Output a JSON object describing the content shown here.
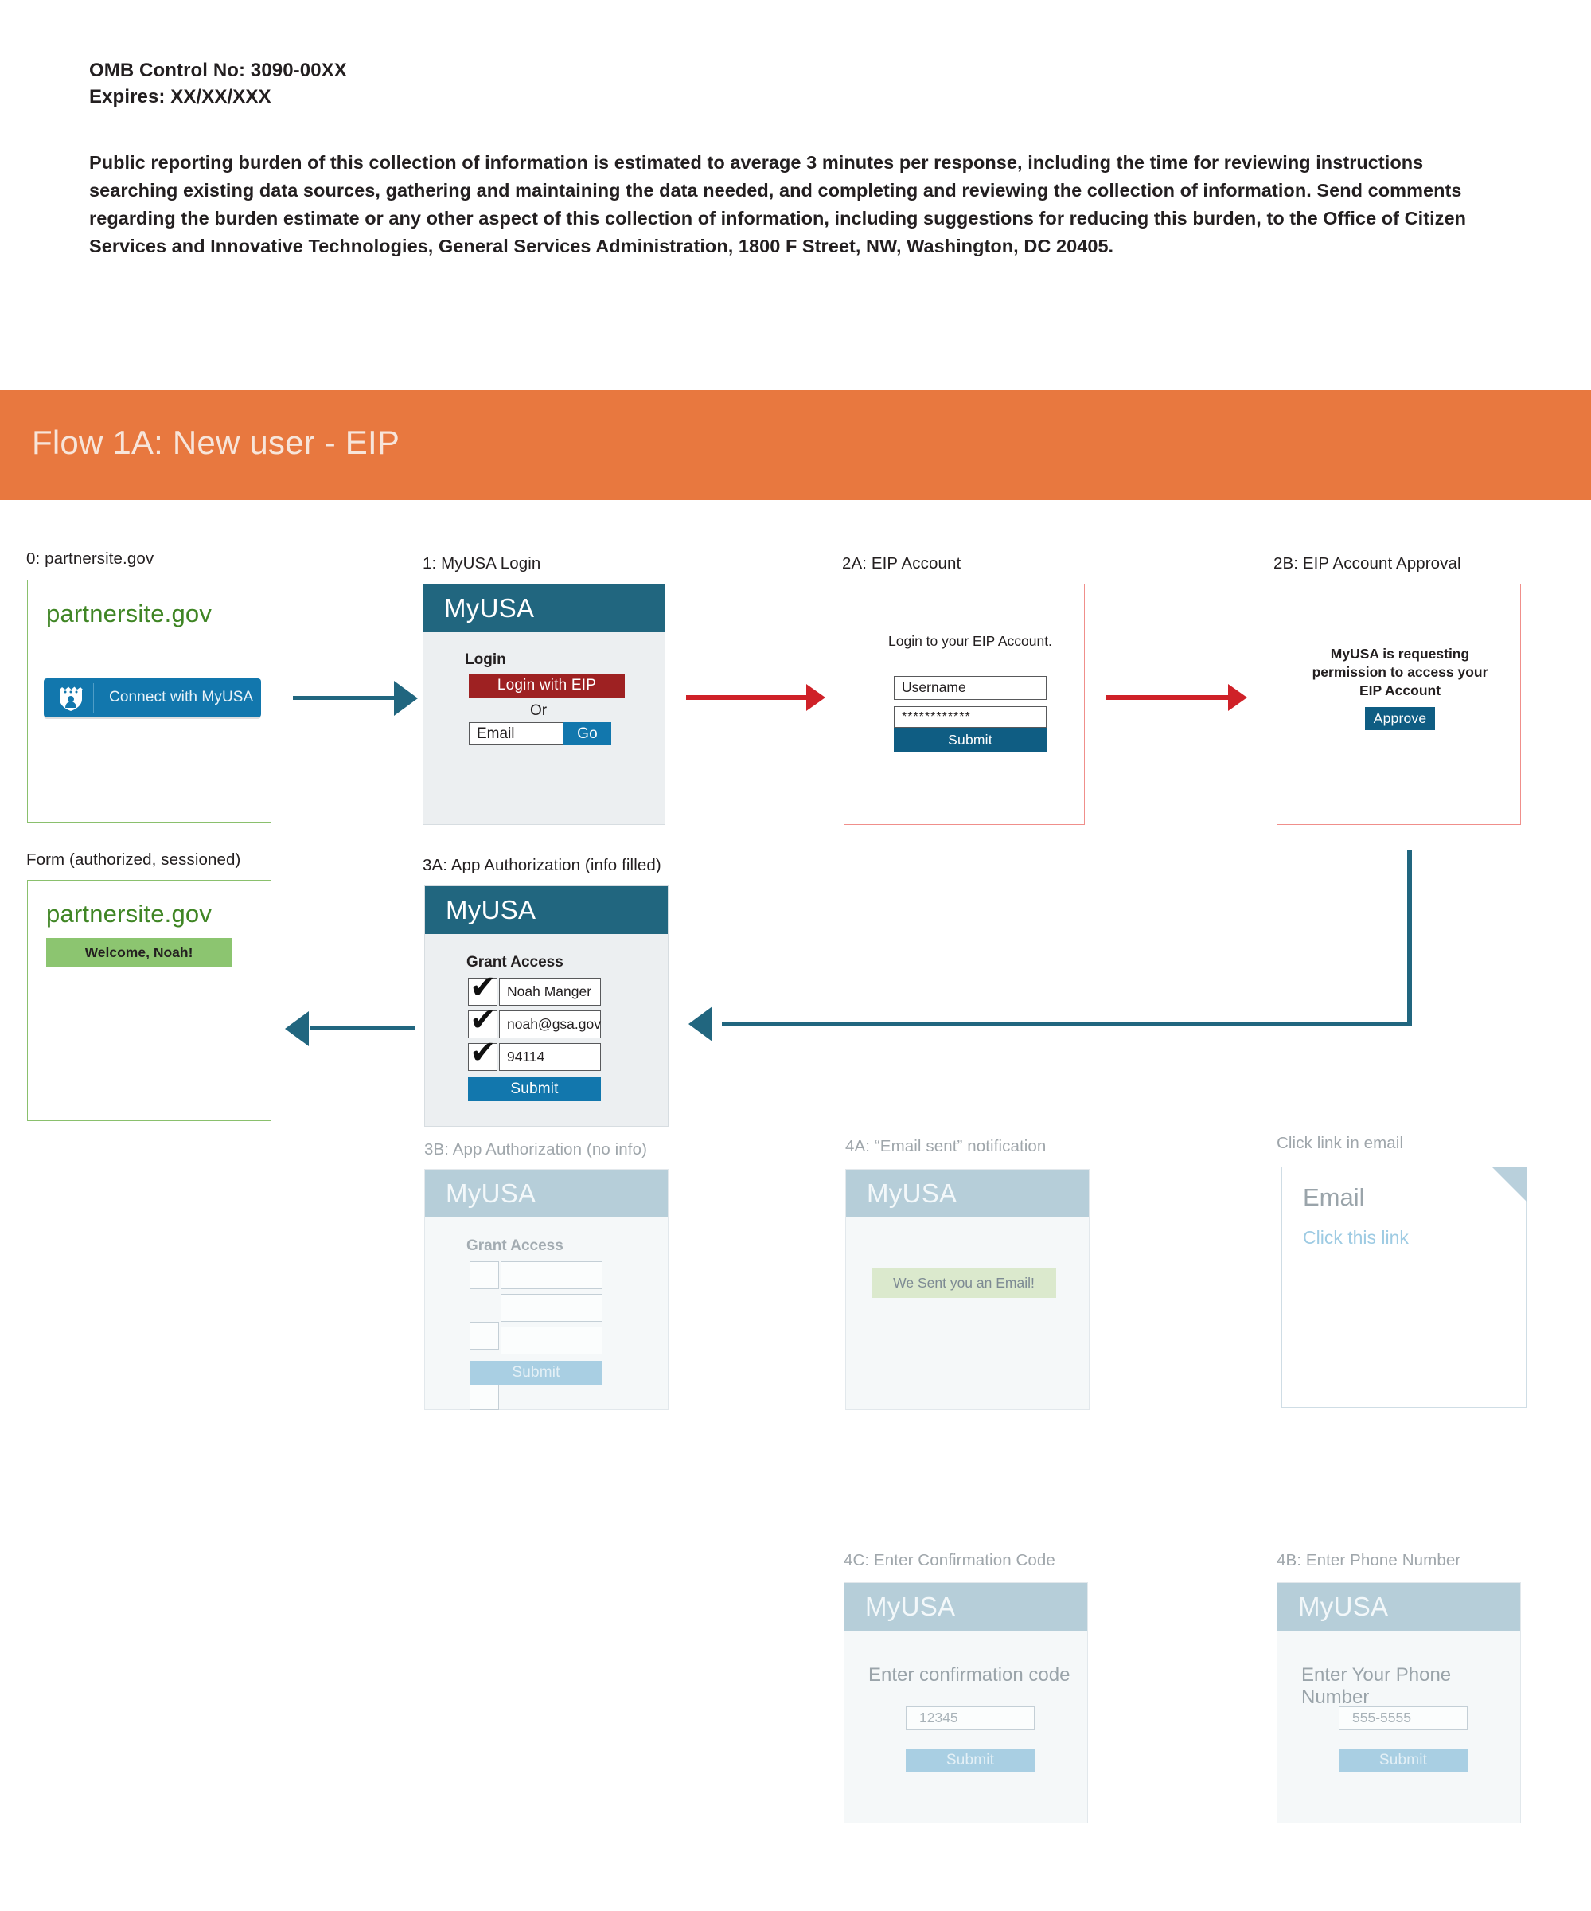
{
  "omb": {
    "control_no": "OMB Control No: 3090-00XX",
    "expires": "Expires: XX/XX/XXX",
    "burden_statement": "Public reporting burden of this collection of information is estimated to average 3 minutes per response, including the time for reviewing instructions searching existing data sources, gathering and maintaining the data needed, and completing and reviewing the collection of information. Send comments regarding the burden estimate or any other aspect of this collection of information, including suggestions for reducing this burden, to the Office of Citizen Services and Innovative Technologies, General Services Administration, 1800 F Street, NW, Washington, DC 20405."
  },
  "banner": {
    "title": "Flow 1A: New user - EIP",
    "background": "#e8783f",
    "text_color": "#f7e5da"
  },
  "colors": {
    "myusa_header": "#21667f",
    "myusa_header_faded": "#b6ced9",
    "primary_blue": "#1277ad",
    "dark_blue": "#0f5d83",
    "eip_red": "#9e2122",
    "arrow_blue": "#21667f",
    "arrow_red": "#cf2128",
    "partner_green": "#3f8524",
    "welcome_green": "#8cc570",
    "success_green": "#dbe9cd",
    "frame_green": "#8ac06d",
    "frame_red": "#f08f8b"
  },
  "steps": {
    "step0": {
      "caption": "0: partnersite.gov",
      "brand": "partnersite.gov",
      "connect_button": "Connect with MyUSA",
      "icon": "myusa-shield-icon"
    },
    "step1": {
      "caption": "1: MyUSA Login",
      "brand": "MyUSA",
      "login_label": "Login",
      "eip_button": "Login with EIP",
      "or_label": "Or",
      "email_placeholder": "Email",
      "go_button": "Go"
    },
    "step2a": {
      "caption": "2A: EIP Account",
      "prompt": "Login to your EIP Account.",
      "username_value": "Username",
      "password_value": "************",
      "submit_button": "Submit"
    },
    "step2b": {
      "caption": "2B: EIP Account Approval",
      "message": "MyUSA is requesting permission to access your EIP Account",
      "approve_button": "Approve"
    },
    "step3a": {
      "caption": "3A: App Authorization (info filled)",
      "brand": "MyUSA",
      "grant_label": "Grant Access",
      "fields": [
        {
          "checked": true,
          "value": "Noah Manger"
        },
        {
          "checked": true,
          "value": "noah@gsa.gov"
        },
        {
          "checked": true,
          "value": "94114"
        }
      ],
      "submit_button": "Submit"
    },
    "step3b": {
      "caption": "3B: App Authorization (no info)",
      "brand": "MyUSA",
      "grant_label": "Grant Access",
      "fields": [
        {
          "checked": false,
          "value": ""
        },
        {
          "checked": false,
          "value": ""
        },
        {
          "checked": false,
          "value": ""
        }
      ],
      "submit_button": "Submit"
    },
    "step4a": {
      "caption": "4A: “Email sent” notification",
      "brand": "MyUSA",
      "message": "We Sent you an Email!"
    },
    "step_email": {
      "caption": "Click link in email",
      "title": "Email",
      "link_text": "Click this link"
    },
    "step4c": {
      "caption": "4C: Enter Confirmation Code",
      "brand": "MyUSA",
      "prompt": "Enter confirmation code",
      "code_value": "12345",
      "submit_button": "Submit"
    },
    "step4b": {
      "caption": "4B: Enter Phone Number",
      "brand": "MyUSA",
      "prompt": "Enter Your Phone Number",
      "phone_value": "555-5555",
      "submit_button": "Submit"
    },
    "step_form": {
      "caption": "Form (authorized, sessioned)",
      "brand": "partnersite.gov",
      "welcome": "Welcome, Noah!"
    }
  }
}
